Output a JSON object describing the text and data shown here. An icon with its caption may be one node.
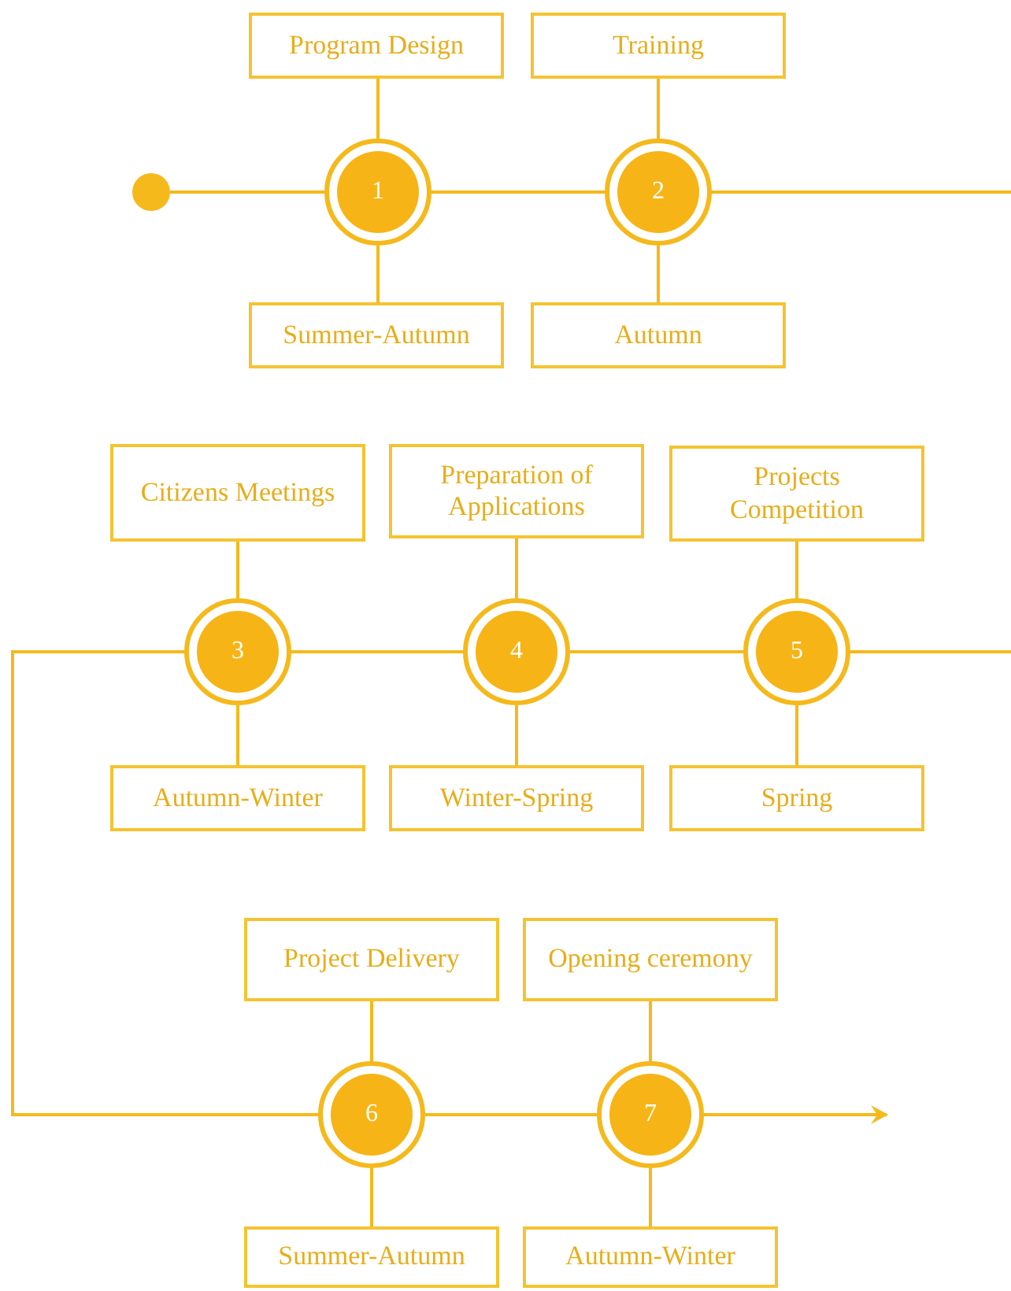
{
  "diagram": {
    "nodes": [
      {
        "text": [
          "Program Design"
        ]
      },
      {
        "text": [
          "Training"
        ]
      },
      {
        "text": [],
        "shape": "circle"
      },
      {
        "text": [
          "1"
        ]
      },
      {
        "text": [
          "2"
        ]
      },
      {
        "text": [
          "Summer-Autumn"
        ]
      },
      {
        "text": [
          "Autumn"
        ]
      },
      {
        "text": [
          "Citizens Meetings"
        ]
      },
      {
        "text": [
          "Preparation of Applications"
        ]
      },
      {
        "text": [
          "Projects Competition"
        ]
      },
      {
        "text": [
          "3"
        ]
      },
      {
        "text": [
          "4"
        ]
      },
      {
        "text": [
          "5"
        ]
      },
      {
        "text": [
          "Autumn-Winter"
        ]
      },
      {
        "text": [
          "Winter-Spring"
        ]
      },
      {
        "text": [
          "Spring"
        ]
      },
      {
        "text": [
          "Project Delivery"
        ]
      },
      {
        "text": [
          "Opening ceremony"
        ]
      },
      {
        "text": [
          "6"
        ]
      },
      {
        "text": [
          "7"
        ]
      },
      {
        "text": [
          "Summer-Autumn"
        ]
      },
      {
        "text": [
          "Autumn-Winter"
        ]
      }
    ],
    "edges": [
      {
        "from": 0,
        "to": 3,
        "arrow": "none"
      },
      {
        "from": 3,
        "to": 5,
        "arrow": "none"
      },
      {
        "from": 1,
        "to": 4,
        "arrow": "none"
      },
      {
        "from": 4,
        "to": 6,
        "arrow": "none"
      },
      {
        "from": 2,
        "to": 3,
        "arrow": "none"
      },
      {
        "from": 3,
        "to": 4,
        "arrow": "none"
      },
      {
        "from": 4,
        "to": null,
        "arrow": "none"
      },
      {
        "from": 7,
        "to": 10,
        "arrow": "none"
      },
      {
        "from": 10,
        "to": 13,
        "arrow": "none"
      },
      {
        "from": 8,
        "to": 11,
        "arrow": "none"
      },
      {
        "from": 11,
        "to": 14,
        "arrow": "none"
      },
      {
        "from": 9,
        "to": 12,
        "arrow": "none"
      },
      {
        "from": 12,
        "to": 15,
        "arrow": "none"
      },
      {
        "from": 10,
        "to": 11,
        "arrow": "none"
      },
      {
        "from": 11,
        "to": 12,
        "arrow": "none"
      },
      {
        "from": 12,
        "to": null,
        "arrow": "none"
      },
      {
        "from": 10,
        "to": 18,
        "arrow": "none"
      },
      {
        "from": 16,
        "to": 18,
        "arrow": "none"
      },
      {
        "from": 18,
        "to": 20,
        "arrow": "none"
      },
      {
        "from": 17,
        "to": 19,
        "arrow": "none"
      },
      {
        "from": 19,
        "to": 21,
        "arrow": "none"
      },
      {
        "from": 18,
        "to": 19,
        "arrow": "none"
      },
      {
        "from": 19,
        "to": null,
        "arrow": "to"
      }
    ]
  }
}
